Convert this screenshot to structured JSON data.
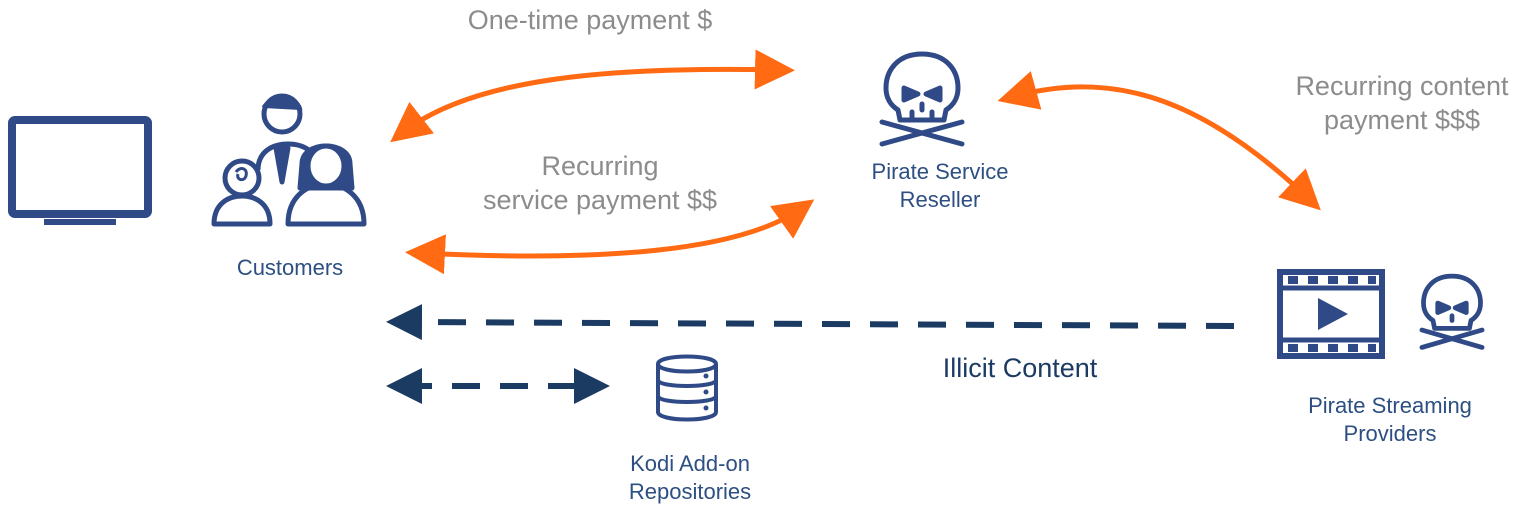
{
  "colors": {
    "payment_arrow": "#ff6a13",
    "content_arrow": "#1b3b63",
    "icon": "#2f4a86",
    "label_grey": "#8c8c8c",
    "label_node": "#2d4f82"
  },
  "edges": {
    "one_time_payment": "One-time payment $",
    "recurring_service_line1": "Recurring",
    "recurring_service_line2": "service payment $$",
    "recurring_content_line1": "Recurring content",
    "recurring_content_line2": "payment $$$",
    "illicit_content": "Illicit Content"
  },
  "nodes": {
    "customers": {
      "label": "Customers",
      "icon": "people-group-icon"
    },
    "tv": {
      "icon": "monitor-icon"
    },
    "reseller": {
      "line1": "Pirate Service",
      "line2": "Reseller",
      "icon": "skull-crossbones-icon"
    },
    "streaming": {
      "line1": "Pirate Streaming",
      "line2": "Providers",
      "icons": [
        "film-strip-icon",
        "skull-crossbones-icon"
      ]
    },
    "kodi": {
      "line1": "Kodi Add-on",
      "line2": "Repositories",
      "icon": "database-icon"
    }
  }
}
